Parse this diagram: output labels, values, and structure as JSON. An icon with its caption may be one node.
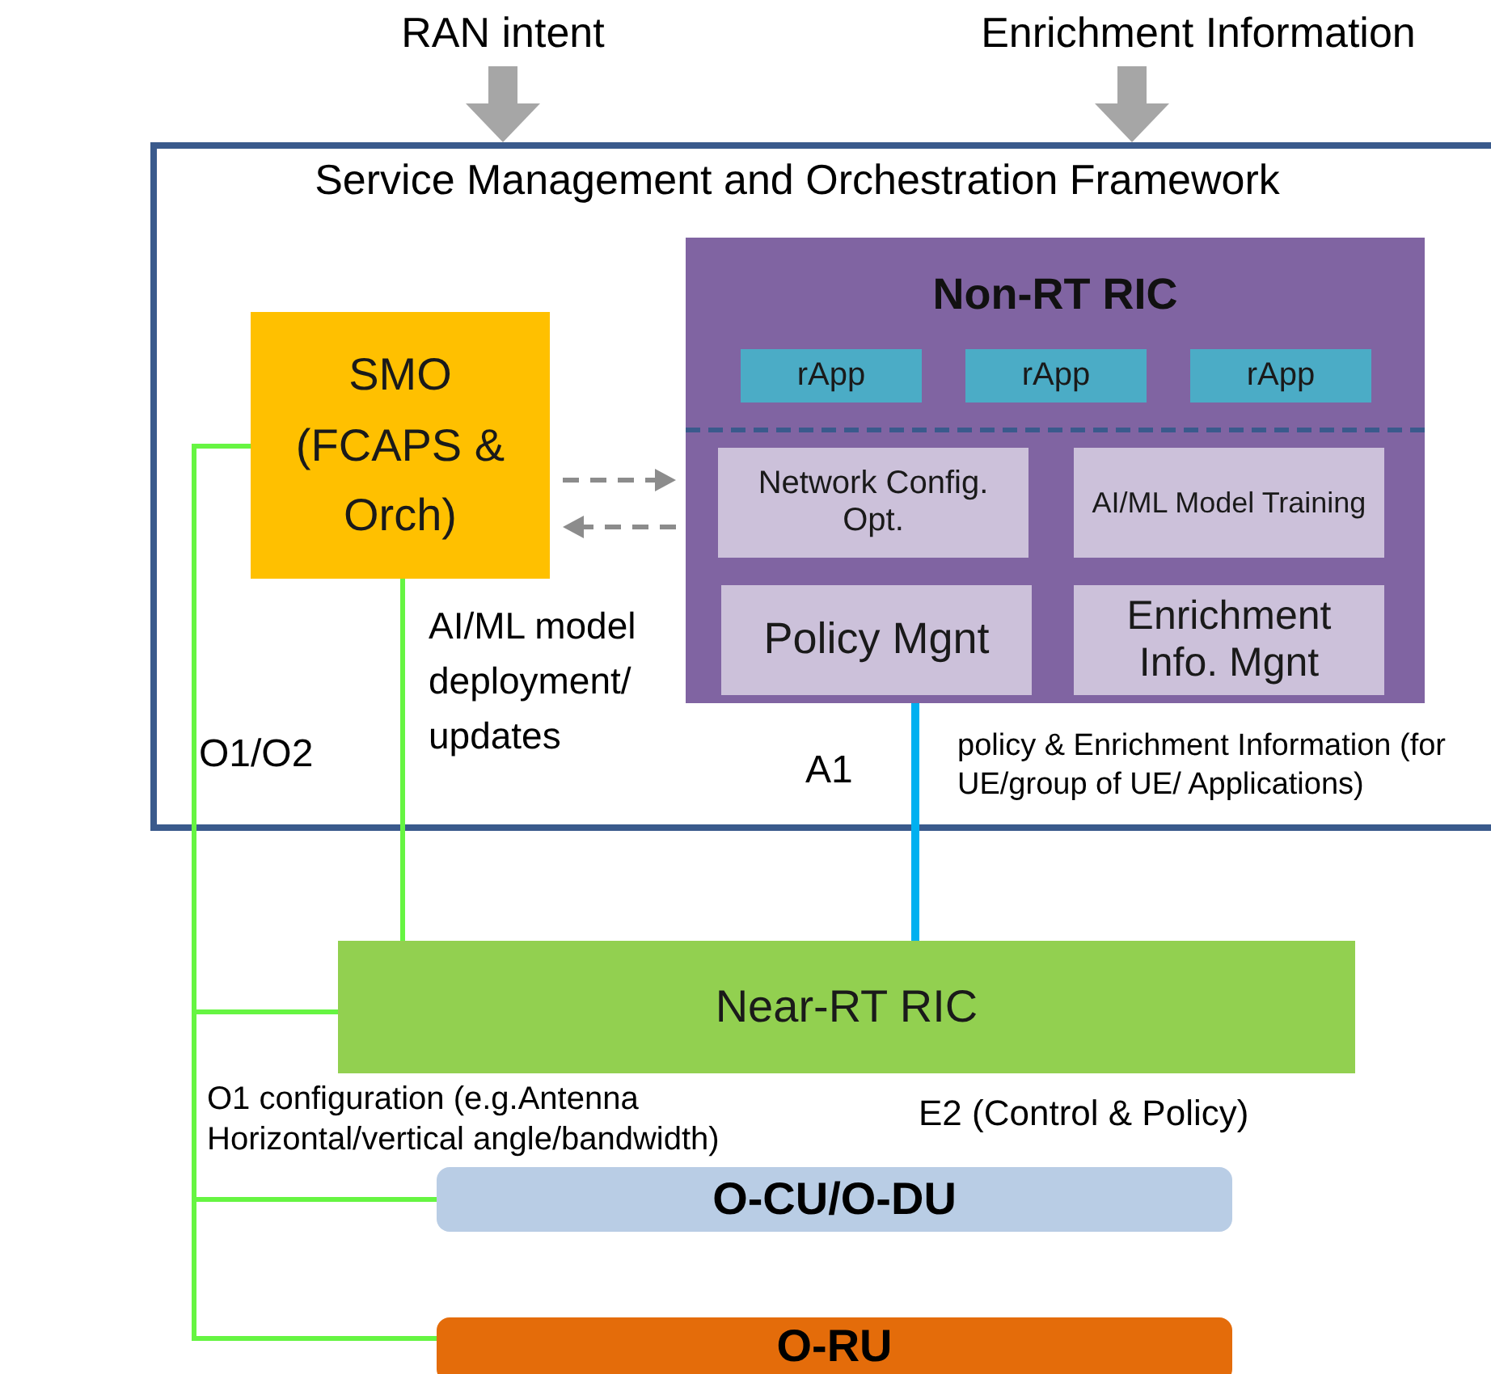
{
  "diagram": {
    "nodes": [
      {
        "text": [
          "Service Management and Orchestration Framework"
        ]
      },
      {
        "text": [
          "SMO (FCAPS & Orch)"
        ],
        "in": 0
      },
      {
        "text": [
          "Non-RT RIC"
        ],
        "in": 0
      },
      {
        "text": [
          "rApp"
        ],
        "in": 2
      },
      {
        "text": [
          "rApp"
        ],
        "in": 2
      },
      {
        "text": [
          "rApp"
        ],
        "in": 2
      },
      {
        "text": [
          "Network Config. Opt."
        ],
        "in": 2
      },
      {
        "text": [
          "AI/ML Model Training"
        ],
        "in": 2
      },
      {
        "text": [
          "Policy Mgnt"
        ],
        "in": 2
      },
      {
        "text": [
          "Enrichment Info. Mgnt"
        ],
        "in": 2
      },
      {
        "text": [
          "Near-RT RIC"
        ]
      },
      {
        "text": [
          "O-CU/O-DU"
        ]
      },
      {
        "text": [
          "O-RU"
        ]
      },
      {
        "text": [
          "RAN intent"
        ]
      },
      {
        "text": [
          "Enrichment Information"
        ]
      }
    ],
    "edges": [
      {
        "from": 13,
        "to": 0,
        "arrow": "to",
        "style": "thick",
        "color": "#a6a6a6"
      },
      {
        "from": 14,
        "to": 0,
        "arrow": "to",
        "style": "thick",
        "color": "#a6a6a6"
      },
      {
        "from": 1,
        "to": 2,
        "arrow": "to",
        "style": "dashed",
        "color": "#8c8c8c"
      },
      {
        "from": 2,
        "to": 1,
        "arrow": "to",
        "style": "dashed",
        "color": "#8c8c8c"
      },
      {
        "from": 1,
        "to": 10,
        "arrow": "none",
        "label": "AI/ML model deployment/ updates"
      },
      {
        "from": 1,
        "to": 10,
        "arrow": "none",
        "label": "O1/O2"
      },
      {
        "from": 1,
        "to": 11,
        "arrow": "none"
      },
      {
        "from": 1,
        "to": 12,
        "arrow": "none"
      },
      {
        "from": 2,
        "to": 10,
        "arrow": "none",
        "label": "A1",
        "color": "#00b0f0"
      }
    ],
    "labels": [
      "policy & Enrichment Information (for UE/group of UE/ Applications)",
      "O1 configuration (e.g.Antenna Horizontal/vertical angle/bandwidth)",
      "E2 (Control & Policy)"
    ]
  }
}
